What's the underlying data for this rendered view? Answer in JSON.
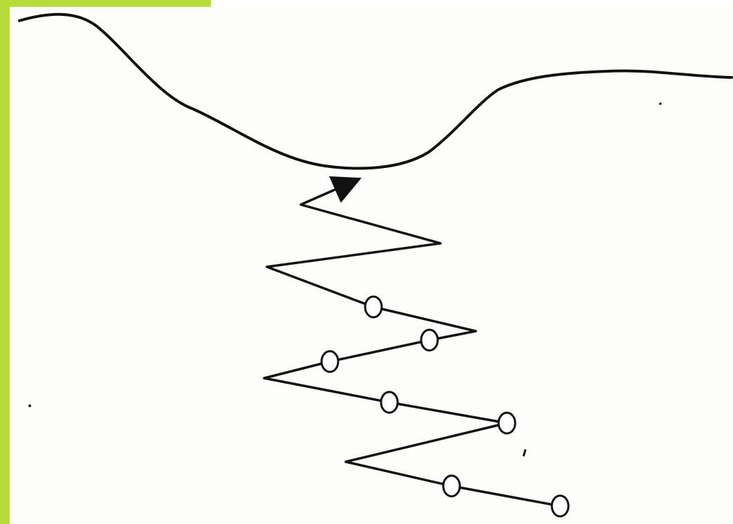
{
  "colors": {
    "border_green": "#b6dc3a",
    "ink": "#111111",
    "bead_fill": "#ffffff"
  },
  "diagram": {
    "description_free": true,
    "surface_curve": "wavy-line",
    "path_style": "zigzag",
    "bead_count": 7,
    "arrow_direction": "up-toward-surface"
  }
}
